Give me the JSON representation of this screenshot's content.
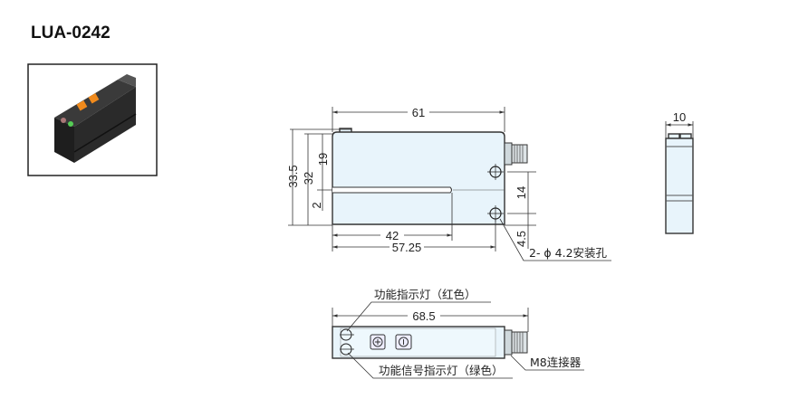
{
  "title": "LUA-0242",
  "colors": {
    "body_fill": "#e8f4fb",
    "line": "#333333",
    "accent_orange": "#f08a1c"
  },
  "front_view": {
    "dims": {
      "length": "61",
      "height_total": "33.5",
      "height": "32",
      "slot_top": "19",
      "slot_width": "2",
      "hole_pitch": "14",
      "hole_offset": "4.5",
      "slot_depth": "42",
      "hole_position": "57.25"
    },
    "mounting_hole_label": "2- ϕ 4.2安装孔"
  },
  "side_view": {
    "dims": {
      "width": "10"
    }
  },
  "bottom_view": {
    "dims": {
      "length_total": "68.5"
    },
    "labels": {
      "red_led": "功能指示灯（红色）",
      "green_led": "功能信号指示灯（绿色）",
      "connector": "M8连接器"
    }
  }
}
